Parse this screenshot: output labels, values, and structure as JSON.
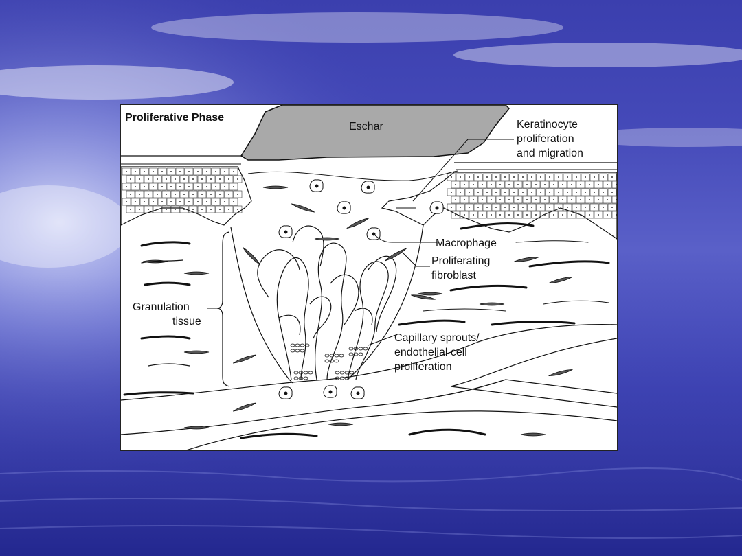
{
  "slide": {
    "background_color": "#4348b8",
    "figure": {
      "title": "Proliferative Phase",
      "labels": {
        "eschar": "Eschar",
        "keratinocyte": [
          "Keratinocyte",
          "proliferation",
          "and migration"
        ],
        "macrophage": "Macrophage",
        "fibroblast": [
          "Proliferating",
          "fibroblast"
        ],
        "granulation": [
          "Granulation",
          "tissue"
        ],
        "capillary": [
          "Capillary sprouts/",
          "endothelial cell",
          "proliferation"
        ]
      },
      "colors": {
        "eschar_fill": "#a9a9a9",
        "line": "#111111",
        "cell_dark": "#444444"
      }
    }
  }
}
